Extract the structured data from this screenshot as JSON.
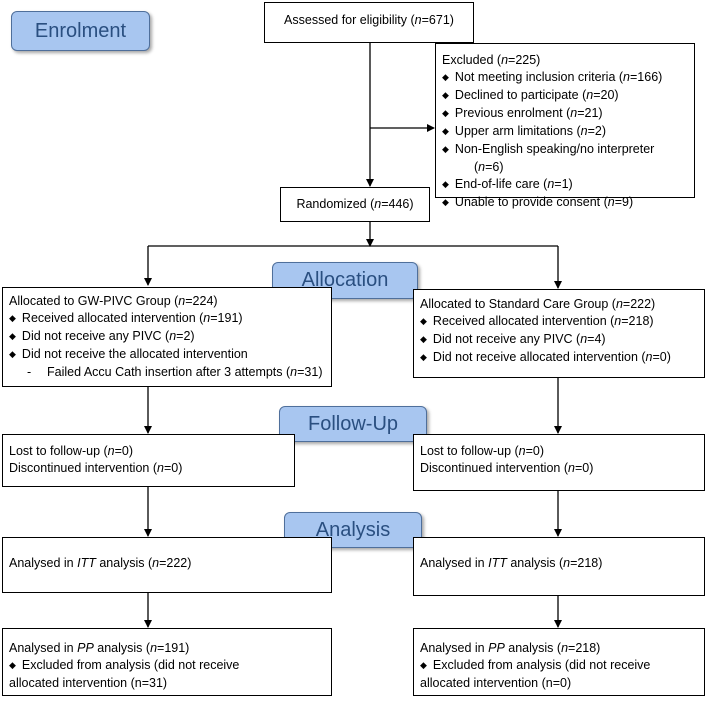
{
  "stages": {
    "enrolment": "Enrolment",
    "allocation": "Allocation",
    "followup": "Follow-Up",
    "analysis": "Analysis"
  },
  "assessed": {
    "prefix": "Assessed for eligibility (",
    "n": "n",
    "value": "=671)"
  },
  "randomized": {
    "prefix": "Randomized (",
    "n": "n",
    "value": "=446)"
  },
  "excluded": {
    "title_prefix": "Excluded (",
    "title_n": "n",
    "title_value": "=225)",
    "items": [
      {
        "text": "Not meeting inclusion criteria (",
        "n": "n",
        "value": "=166)"
      },
      {
        "text": "Declined to participate (",
        "n": "n",
        "value": "=20)"
      },
      {
        "text": "Previous enrolment (",
        "n": "n",
        "value": "=21)"
      },
      {
        "text": "Upper arm limitations (",
        "n": "n",
        "value": "=2)"
      },
      {
        "text": "Non-English speaking/no interpreter",
        "cont_prefix": "(",
        "n": "n",
        "value": "=6)"
      },
      {
        "text": "End-of-life care (",
        "n": "n",
        "value": "=1)"
      },
      {
        "text": "Unable to provide consent (",
        "n": "n",
        "value": "=9)"
      }
    ]
  },
  "alloc_left": {
    "title_prefix": "Allocated to GW-PIVC Group (",
    "title_n": "n",
    "title_value": "=224)",
    "items": [
      {
        "text": "Received allocated intervention (",
        "n": "n",
        "value": "=191)"
      },
      {
        "text": "Did not receive any PIVC (",
        "n": "n",
        "value": "=2)"
      },
      {
        "text": "Did not receive the allocated intervention"
      }
    ],
    "sub_dash": "-",
    "sub_text": "Failed Accu Cath insertion after 3 attempts (",
    "sub_n": "n",
    "sub_value": "=31)"
  },
  "alloc_right": {
    "title_prefix": "Allocated to Standard Care Group (",
    "title_n": "n",
    "title_value": "=222)",
    "items": [
      {
        "text": "Received allocated intervention (",
        "n": "n",
        "value": "=218)"
      },
      {
        "text": "Did not receive any PIVC (",
        "n": "n",
        "value": "=4)"
      },
      {
        "text": "Did not receive allocated intervention (",
        "n": "n",
        "value": "=0)"
      }
    ]
  },
  "follow_left": {
    "lost_prefix": "Lost to follow-up (",
    "lost_n": "n",
    "lost_value": "=0)",
    "disc_prefix": "Discontinued intervention (",
    "disc_n": "n",
    "disc_value": "=0)"
  },
  "follow_right": {
    "lost_prefix": "Lost to follow-up (",
    "lost_n": "n",
    "lost_value": "=0)",
    "disc_prefix": "Discontinued intervention (",
    "disc_n": "n",
    "disc_value": "=0)"
  },
  "itt_left": {
    "prefix": "Analysed in ",
    "itt": "ITT",
    "mid": " analysis (",
    "n": "n",
    "value": "=222)"
  },
  "itt_right": {
    "prefix": "Analysed in ",
    "itt": "ITT",
    "mid": " analysis (",
    "n": "n",
    "value": "=218)"
  },
  "pp_left": {
    "prefix": "Analysed in ",
    "pp": "PP",
    "mid": " analysis (",
    "n": "n",
    "value": "=191)",
    "excl_line1": "Excluded from analysis (did not receive",
    "excl_line2": "allocated intervention (n=31)"
  },
  "pp_right": {
    "prefix": "Analysed in ",
    "pp": "PP",
    "mid": " analysis (",
    "n": "n",
    "value": "=218)",
    "excl_line1": "Excluded from analysis (did not receive",
    "excl_line2": "allocated intervention (n=0)"
  },
  "bullet_glyph": "◆"
}
